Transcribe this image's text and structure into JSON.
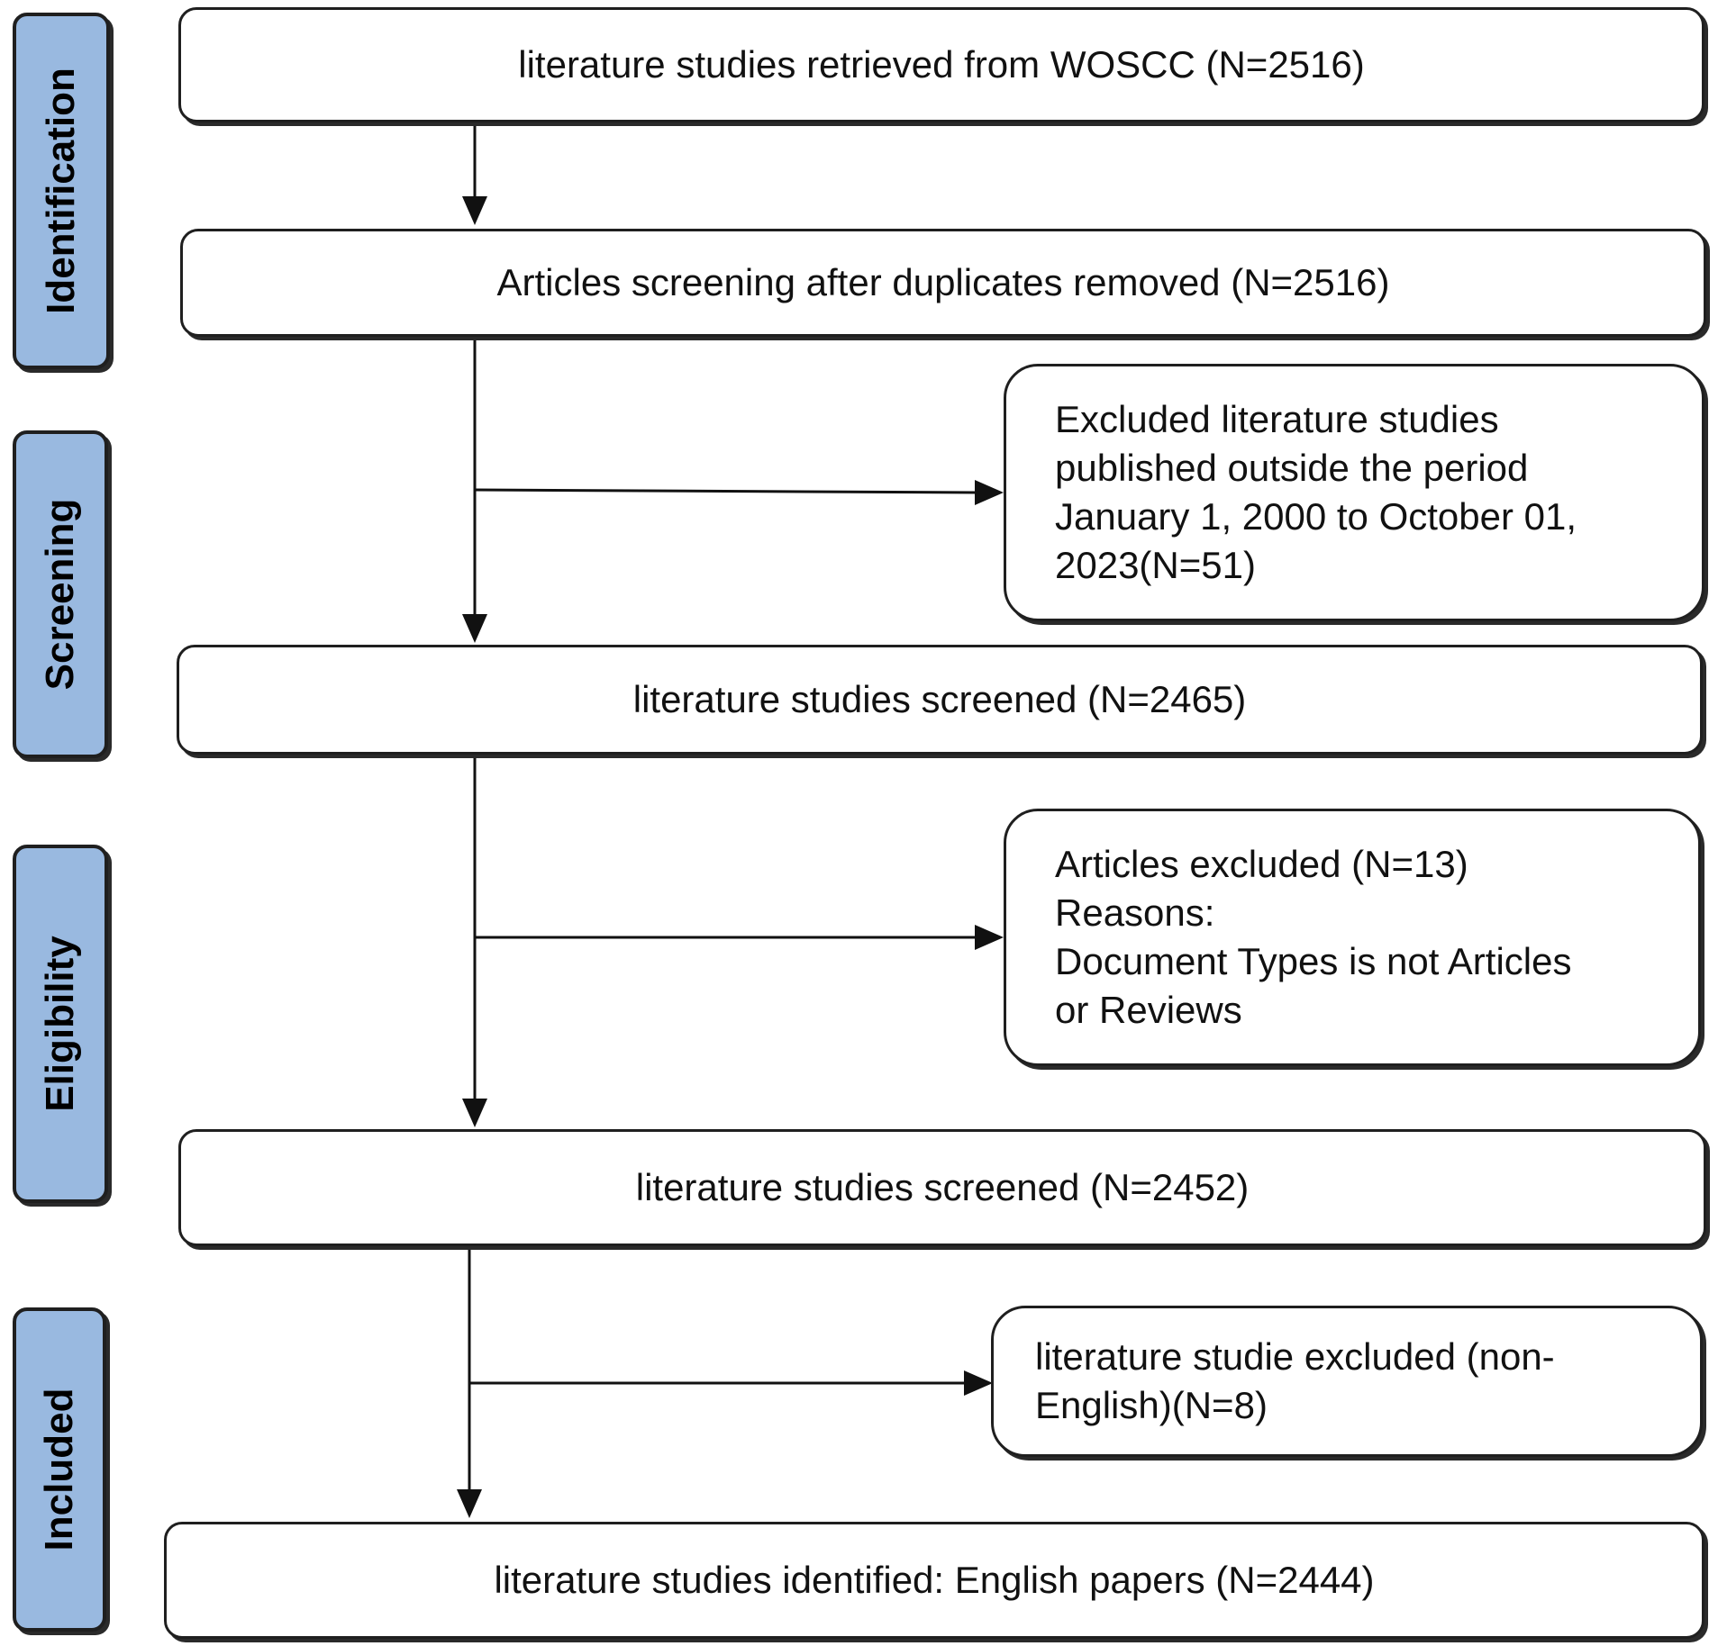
{
  "stages": [
    {
      "id": "identification",
      "label": "Identification"
    },
    {
      "id": "screening",
      "label": "Screening"
    },
    {
      "id": "eligibility",
      "label": "Eligibility"
    },
    {
      "id": "included",
      "label": "Included"
    }
  ],
  "boxes": [
    {
      "id": "retrieved",
      "text": "literature studies retrieved from WOSCC (N=2516)"
    },
    {
      "id": "duplicates",
      "text": "Articles screening after duplicates removed (N=2516)"
    },
    {
      "id": "screened1",
      "text": "literature studies screened (N=2465)"
    },
    {
      "id": "screened2",
      "text": "literature studies screened (N=2452)"
    },
    {
      "id": "identified",
      "text": "literature studies identified: English papers (N=2444)"
    }
  ],
  "exclusions": [
    {
      "id": "excl-period",
      "lines": [
        "Excluded literature studies",
        "published outside the period",
        "January 1, 2000 to October 01,",
        "2023(N=51)"
      ]
    },
    {
      "id": "excl-type",
      "lines": [
        "Articles excluded (N=13)",
        "Reasons:",
        "Document Types is not Articles",
        "or Reviews"
      ]
    },
    {
      "id": "excl-language",
      "lines": [
        "literature studie excluded (non-",
        "English)(N=8)"
      ]
    }
  ],
  "colors": {
    "stage_fill": "#99b9e0",
    "stroke": "#1f1f1f"
  }
}
